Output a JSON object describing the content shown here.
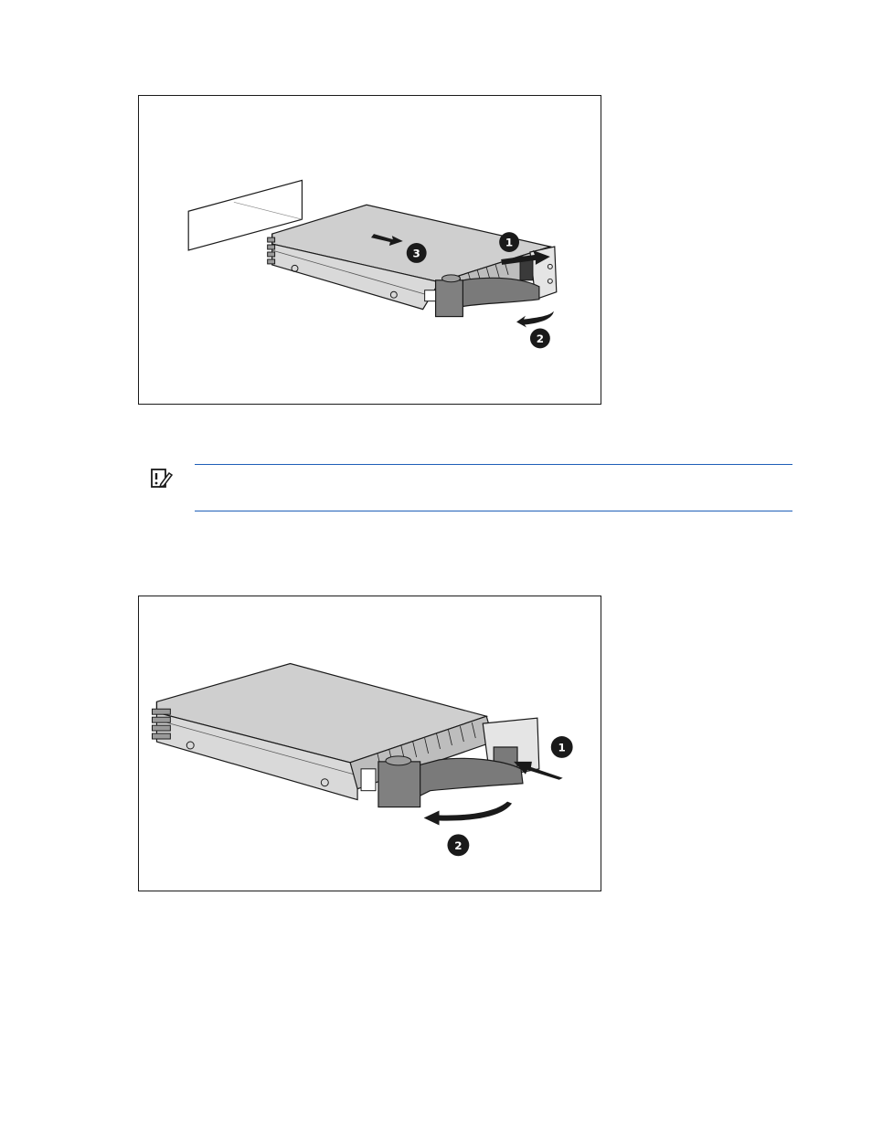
{
  "figures": [
    {
      "id": "remove-drive-figure",
      "callouts": [
        "1",
        "2",
        "3"
      ]
    },
    {
      "id": "open-lever-figure",
      "callouts": [
        "1",
        "2"
      ]
    }
  ],
  "note": {
    "icon": "important-note-icon",
    "rule_color": "#1f5fb8"
  }
}
